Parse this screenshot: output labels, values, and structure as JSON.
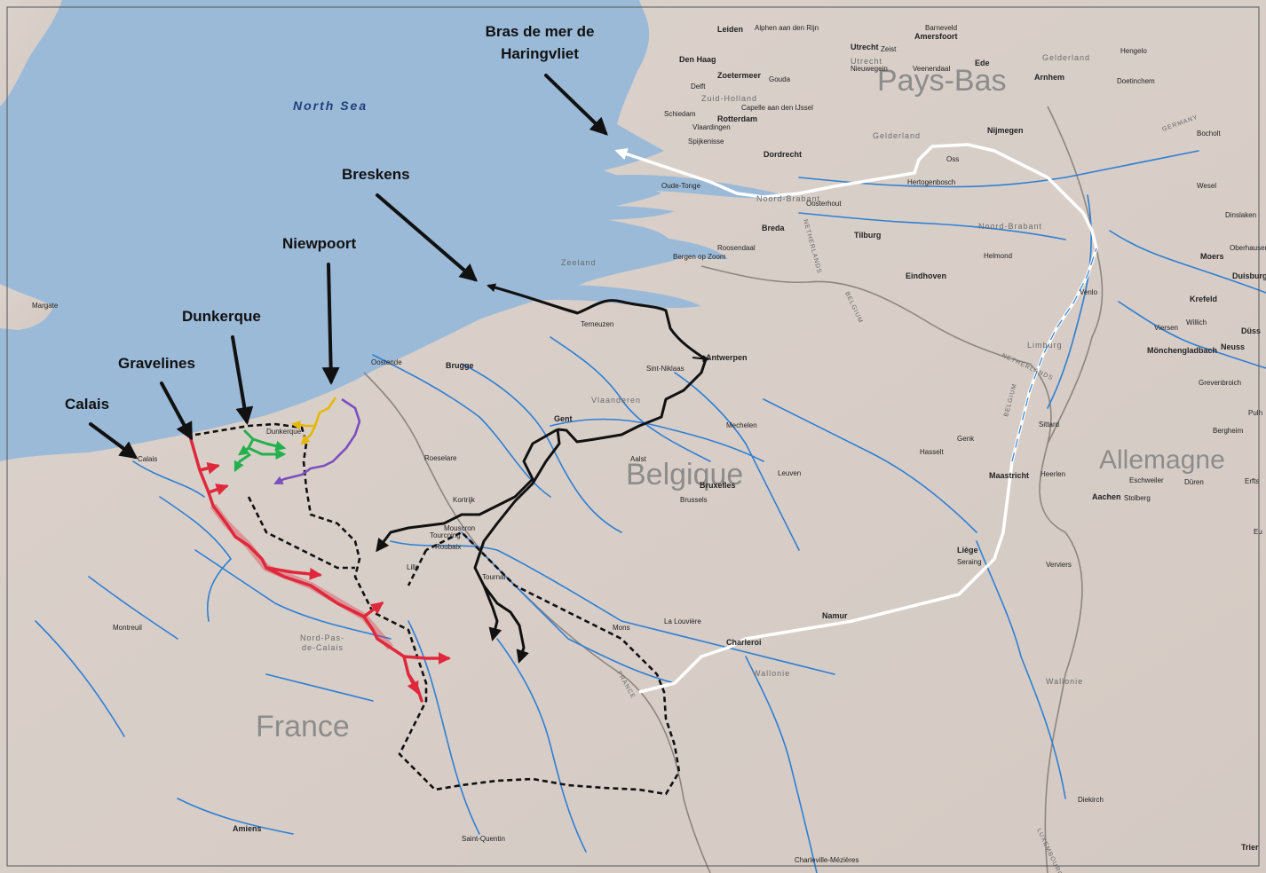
{
  "map": {
    "callouts": {
      "haringvliet_line1": "Bras de mer de",
      "haringvliet_line2": "Haringvliet",
      "breskens": "Breskens",
      "niewpoort": "Niewpoort",
      "dunkerque": "Dunkerque",
      "gravelines": "Gravelines",
      "calais": "Calais"
    },
    "countries": {
      "paysbas": "Pays-Bas",
      "belgique": "Belgique",
      "allemagne": "Allemagne",
      "france": "France"
    },
    "sea": "North Sea",
    "regions": {
      "zuid_holland": "Zuid-Holland",
      "gelderland": "Gelderland",
      "gelderland2": "Gelderland",
      "noord_brabant": "Noord-Brabant",
      "noord_brabant2": "Noord-Brabant",
      "zeeland": "Zeeland",
      "vlaanderen": "Vlaanderen",
      "limburg": "Limburg",
      "wallonie": "Wallonie",
      "wallonie2": "Wallonie",
      "nord_pas_1": "Nord-Pas-",
      "nord_pas_2": "de-Calais",
      "utrecht": "Utrecht",
      "germany": "GERMANY",
      "netherlands": "NETHERLANDS",
      "belgium": "BELGIUM",
      "netherlands2": "NETHERLANDS",
      "belgium2": "BELGIUM",
      "france_b": "FRANCE",
      "luxembourg": "LUXEMBOURG"
    },
    "cities": [
      "Leiden",
      "Alphen aan den Rijn",
      "Den Haag",
      "Zoetermeer",
      "Gouda",
      "Delft",
      "Schiedam",
      "Rotterdam",
      "Capelle aan den IJssel",
      "Vlaardingen",
      "Spijkenisse",
      "Dordrecht",
      "Utrecht",
      "Zeist",
      "Nieuwegein",
      "Barneveld",
      "Amersfoort",
      "Ede",
      "Veenendaal",
      "Arnhem",
      "Hengelo",
      "Doetinchem",
      "Nijmegen",
      "Bocholt",
      "Oss",
      "Hertogenbosch",
      "Oosterhout",
      "Oude-Tonge",
      "Breda",
      "Roosendaal",
      "Bergen op Zoom",
      "Tilburg",
      "Helmond",
      "Eindhoven",
      "Venlo",
      "Wesel",
      "Dinslaken",
      "Moers",
      "Oberhausen",
      "Duisburg",
      "Krefeld",
      "Viersen",
      "Willich",
      "Düss",
      "Mönchengladbach",
      "Neuss",
      "Grevenbroich",
      "Pulh",
      "Bergheim",
      "Erfts",
      "Eschweiler",
      "Düren",
      "Aachen",
      "Stolberg",
      "Heerlen",
      "Maastricht",
      "Sittard",
      "Genk",
      "Hasselt",
      "Liège",
      "Seraing",
      "Verviers",
      "Margate",
      "Oostende",
      "Brugge",
      "Terneuzen",
      "Antwerpen",
      "Sint-Niklaas",
      "Gent",
      "Mechelen",
      "Aalst",
      "Leuven",
      "Bruxelles",
      "Brussels",
      "Roeselare",
      "Kortrijk",
      "Mouscron",
      "Tourcoing",
      "Roubaix",
      "Lille",
      "Tournai",
      "Mons",
      "La Louvière",
      "Charleroi",
      "Namur",
      "Calais",
      "Dunkerque",
      "Montreuil",
      "Amiens",
      "Saint-Quentin",
      "Charleville-Mézières",
      "Diekirch",
      "Trier",
      "Eu"
    ]
  }
}
